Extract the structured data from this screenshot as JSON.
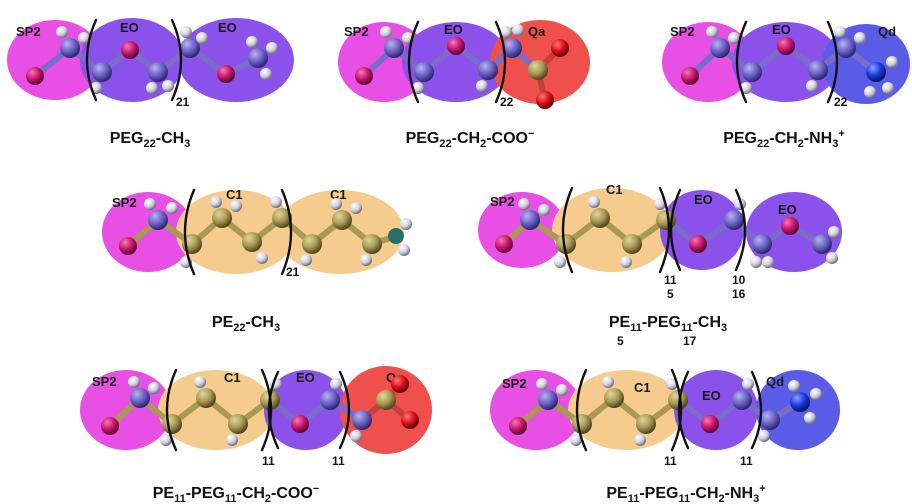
{
  "colors": {
    "SP2": "#e84fe4",
    "EO": "#8a52ea",
    "Qa": "#f0504c",
    "Qd": "#5a5ce8",
    "C1": "#f6cc8e",
    "atom_C_peg": "#6a63c4",
    "atom_O": "#c8156e",
    "atom_C_pe": "#a89a52",
    "atom_O_acid": "#d8101a",
    "atom_N": "#1a3ae0",
    "atom_H": "#d8d8e4"
  },
  "panels": [
    {
      "id": "peg22-ch3",
      "caption": {
        "parts": [
          {
            "t": "PEG"
          },
          {
            "t": "22",
            "s": "sub"
          },
          {
            "t": "-CH"
          },
          {
            "t": "3",
            "s": "sub"
          }
        ]
      },
      "beads": [
        {
          "type": "SP2",
          "label": "SP2"
        },
        {
          "type": "EO",
          "label": "EO"
        },
        {
          "type": "EO",
          "label": "EO"
        }
      ],
      "repeats": [
        "21"
      ]
    },
    {
      "id": "peg22-ch2-coo",
      "caption": {
        "parts": [
          {
            "t": "PEG"
          },
          {
            "t": "22",
            "s": "sub"
          },
          {
            "t": "-CH"
          },
          {
            "t": "2",
            "s": "sub"
          },
          {
            "t": "-COO"
          },
          {
            "t": "−",
            "s": "sup"
          }
        ]
      },
      "beads": [
        {
          "type": "SP2",
          "label": "SP2"
        },
        {
          "type": "EO",
          "label": "EO"
        },
        {
          "type": "Qa",
          "label": "Qa"
        }
      ],
      "repeats": [
        "22"
      ]
    },
    {
      "id": "peg22-ch2-nh3",
      "caption": {
        "parts": [
          {
            "t": "PEG"
          },
          {
            "t": "22",
            "s": "sub"
          },
          {
            "t": "-CH"
          },
          {
            "t": "2",
            "s": "sub"
          },
          {
            "t": "-NH"
          },
          {
            "t": "3",
            "s": "sub"
          },
          {
            "t": "+",
            "s": "sup"
          }
        ]
      },
      "beads": [
        {
          "type": "SP2",
          "label": "SP2"
        },
        {
          "type": "EO",
          "label": "EO"
        },
        {
          "type": "Qd",
          "label": "Qd"
        }
      ],
      "repeats": [
        "22"
      ]
    },
    {
      "id": "pe22-ch3",
      "caption": {
        "parts": [
          {
            "t": "PE"
          },
          {
            "t": "22",
            "s": "sub"
          },
          {
            "t": "-CH"
          },
          {
            "t": "3",
            "s": "sub"
          }
        ]
      },
      "beads": [
        {
          "type": "SP2",
          "label": "SP2"
        },
        {
          "type": "C1",
          "label": "C1"
        },
        {
          "type": "C1",
          "label": "C1"
        }
      ],
      "repeats": [
        "21"
      ]
    },
    {
      "id": "pe11-peg11-ch3",
      "caption": {
        "parts": [
          {
            "t": "PE"
          },
          {
            "t": "11",
            "s": "sub"
          },
          {
            "t": "-PEG"
          },
          {
            "t": "11",
            "s": "sub"
          },
          {
            "t": "-CH"
          },
          {
            "t": "3",
            "s": "sub"
          }
        ]
      },
      "caption_subs": [
        "5",
        "17"
      ],
      "beads": [
        {
          "type": "SP2",
          "label": "SP2"
        },
        {
          "type": "C1",
          "label": "C1"
        },
        {
          "type": "EO",
          "label": "EO"
        },
        {
          "type": "EO",
          "label": "EO"
        }
      ],
      "repeats": [
        "11",
        "5",
        "10",
        "16"
      ]
    },
    {
      "id": "pe11-peg11-ch2-coo",
      "caption": {
        "parts": [
          {
            "t": "PE"
          },
          {
            "t": "11",
            "s": "sub"
          },
          {
            "t": "-PEG"
          },
          {
            "t": "11",
            "s": "sub"
          },
          {
            "t": "-CH"
          },
          {
            "t": "2",
            "s": "sub"
          },
          {
            "t": "-COO"
          },
          {
            "t": "−",
            "s": "sup"
          }
        ]
      },
      "beads": [
        {
          "type": "SP2",
          "label": "SP2"
        },
        {
          "type": "C1",
          "label": "C1"
        },
        {
          "type": "EO",
          "label": "EO"
        },
        {
          "type": "Qa",
          "label": "Qa"
        }
      ],
      "repeats": [
        "11",
        "11"
      ]
    },
    {
      "id": "pe11-peg11-ch2-nh3",
      "caption": {
        "parts": [
          {
            "t": "PE"
          },
          {
            "t": "11",
            "s": "sub"
          },
          {
            "t": "-PEG"
          },
          {
            "t": "11",
            "s": "sub"
          },
          {
            "t": "-CH"
          },
          {
            "t": "2",
            "s": "sub"
          },
          {
            "t": "-NH"
          },
          {
            "t": "3",
            "s": "sub"
          },
          {
            "t": "+",
            "s": "sup"
          }
        ]
      },
      "beads": [
        {
          "type": "SP2",
          "label": "SP2"
        },
        {
          "type": "C1",
          "label": "C1"
        },
        {
          "type": "EO",
          "label": "EO"
        },
        {
          "type": "Qd",
          "label": "Qd"
        }
      ],
      "repeats": [
        "11",
        "11"
      ]
    }
  ]
}
